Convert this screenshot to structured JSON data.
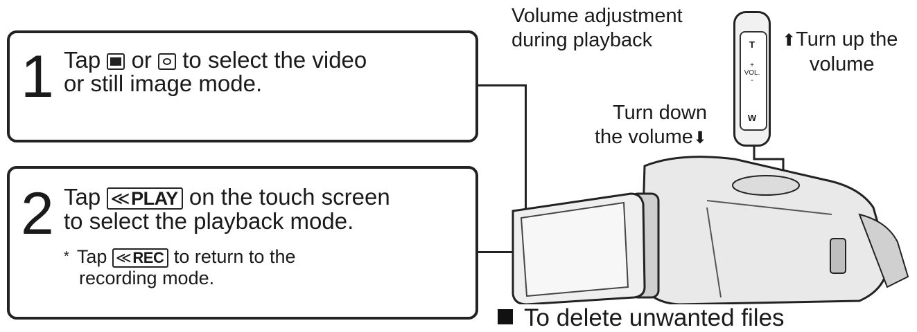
{
  "step1": {
    "number": "1",
    "text_pre": "Tap",
    "icon_video": "video-mode-icon",
    "text_or": "or",
    "icon_still": "still-mode-icon",
    "text_post": "to select the video",
    "text_line2": "or still image mode."
  },
  "step2": {
    "number": "2",
    "text_pre": "Tap",
    "key_play": "PLAY",
    "text_post": "on the touch screen",
    "text_line2": "to select the playback mode.",
    "note_star": "*",
    "note_pre": "Tap",
    "key_rec": "REC",
    "note_post": "to return to the",
    "note_line2": "recording mode."
  },
  "right": {
    "volume_adjust_line1": "Volume adjustment",
    "volume_adjust_line2": "during playback",
    "turn_up_line1": "Turn up the",
    "turn_up_line2": "volume",
    "turn_down_line1": "Turn down",
    "turn_down_line2": "the volume",
    "lever_t": "T",
    "lever_vol_plus": "+",
    "lever_vol": "VOL.",
    "lever_vol_minus": "-",
    "lever_w": "W"
  },
  "section_heading": "To delete unwanted files"
}
